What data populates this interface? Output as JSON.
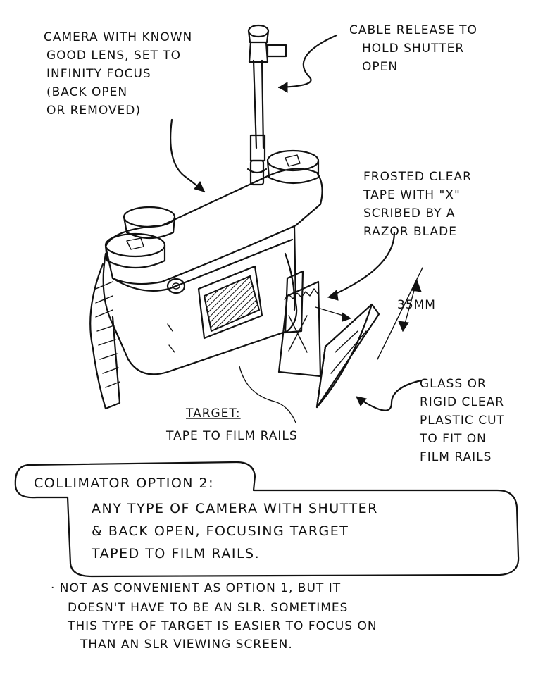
{
  "labels": {
    "camera": [
      "CAMERA WITH KNOWN",
      "GOOD LENS, SET TO",
      "INFINITY FOCUS",
      "(BACK OPEN",
      "OR REMOVED)"
    ],
    "cable": [
      "CABLE RELEASE TO",
      "HOLD SHUTTER",
      "OPEN"
    ],
    "tape": [
      "FROSTED CLEAR",
      "TAPE WITH \"X\"",
      "SCRIBED BY A",
      "RAZOR BLADE"
    ],
    "dimension": "35MM",
    "glass": [
      "GLASS OR",
      "RIGID CLEAR",
      "PLASTIC CUT",
      "TO FIT ON",
      "FILM RAILS"
    ],
    "target_title": "TARGET:",
    "target_sub": "TAPE TO FILM RAILS"
  },
  "option_box": {
    "title": "COLLIMATOR OPTION 2:",
    "body": [
      "ANY TYPE OF CAMERA WITH SHUTTER",
      "& BACK OPEN, FOCUSING TARGET",
      "TAPED TO FILM RAILS."
    ]
  },
  "notes": [
    "· NOT AS CONVENIENT AS OPTION 1, BUT IT",
    "DOESN'T HAVE TO BE AN SLR.  SOMETIMES",
    "THIS TYPE OF TARGET IS EASIER TO FOCUS ON",
    "THAN AN SLR VIEWING SCREEN."
  ]
}
